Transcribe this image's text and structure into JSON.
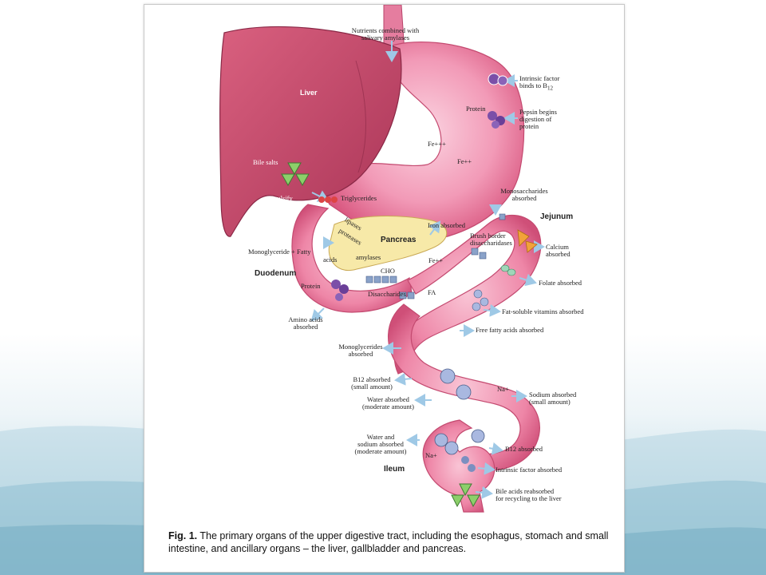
{
  "colors": {
    "organ": "#e8789a",
    "organ_dark": "#c4466c",
    "liver": "#c94a6a",
    "pancreas": "#f7e9a8",
    "arrow": "#9fc9e6",
    "molecule_purple": "#7b4fa8",
    "molecule_green": "#8ccf6a",
    "slide_teal": "#8fc0d2"
  },
  "organs": {
    "liver": "Liver",
    "pancreas": "Pancreas",
    "duodenum": "Duodenum",
    "jejunum": "Jejunum",
    "ileum": "Ileum"
  },
  "labels": {
    "nutrients": [
      "Nutrients combined with",
      "salivary amylases"
    ],
    "intrinsic_factor": [
      "Intrinsic factor",
      "binds to B",
      "12"
    ],
    "protein_stomach": "Protein",
    "pepsin": [
      "Pepsin begins",
      "digestion of",
      "protein"
    ],
    "fe3": "Fe+++",
    "fe2": "Fe++",
    "bile_salts": "Bile salts",
    "emulsify": "emulsify",
    "triglycerides": "Triglycerides",
    "lipases": "lipases",
    "proteases": "proteases",
    "monoglyceride": "Monoglyceride + Fatty",
    "acids": "acids",
    "amylases": "amylases",
    "cho": "CHO",
    "protein_duodenum": "Protein",
    "disaccharides": "Disaccharides",
    "amino_acids": [
      "Amino acids",
      "absorbed"
    ],
    "iron_absorbed": "Iron absorbed",
    "fe2_lower": "Fe++",
    "monosaccharides": [
      "Monosaccharides",
      "absorbed"
    ],
    "brush_border": [
      "Brush border",
      "disaccharidases"
    ],
    "calcium": [
      "Calcium",
      "absorbed"
    ],
    "folate": "Folate absorbed",
    "fa": "FA",
    "fat_soluble": "Fat-soluble vitamins absorbed",
    "free_fatty": "Free fatty acids absorbed",
    "monoglycerides_abs": [
      "Monoglycerides",
      "absorbed"
    ],
    "b12_small": [
      "B12 absorbed",
      "(small amount)"
    ],
    "water_moderate": [
      "Water absorbed",
      "(moderate amount)"
    ],
    "na": "Na+",
    "sodium": [
      "Sodium absorbed",
      "(small amount)"
    ],
    "water_sodium": [
      "Water and",
      "sodium absorbed",
      "(moderate amount)"
    ],
    "na_lower": "Na+",
    "b12_absorbed": "B12 absorbed",
    "intrinsic_absorbed": "Intrinsic factor absorbed",
    "bile_acids": [
      "Bile acids reabsorbed",
      "for recycling to the liver"
    ]
  },
  "caption": {
    "fig": "Fig. 1.",
    "text": " The primary organs of the upper digestive tract, including the esophagus, stomach and small intestine, and ancillary organs – the liver, gallbladder and pancreas."
  }
}
